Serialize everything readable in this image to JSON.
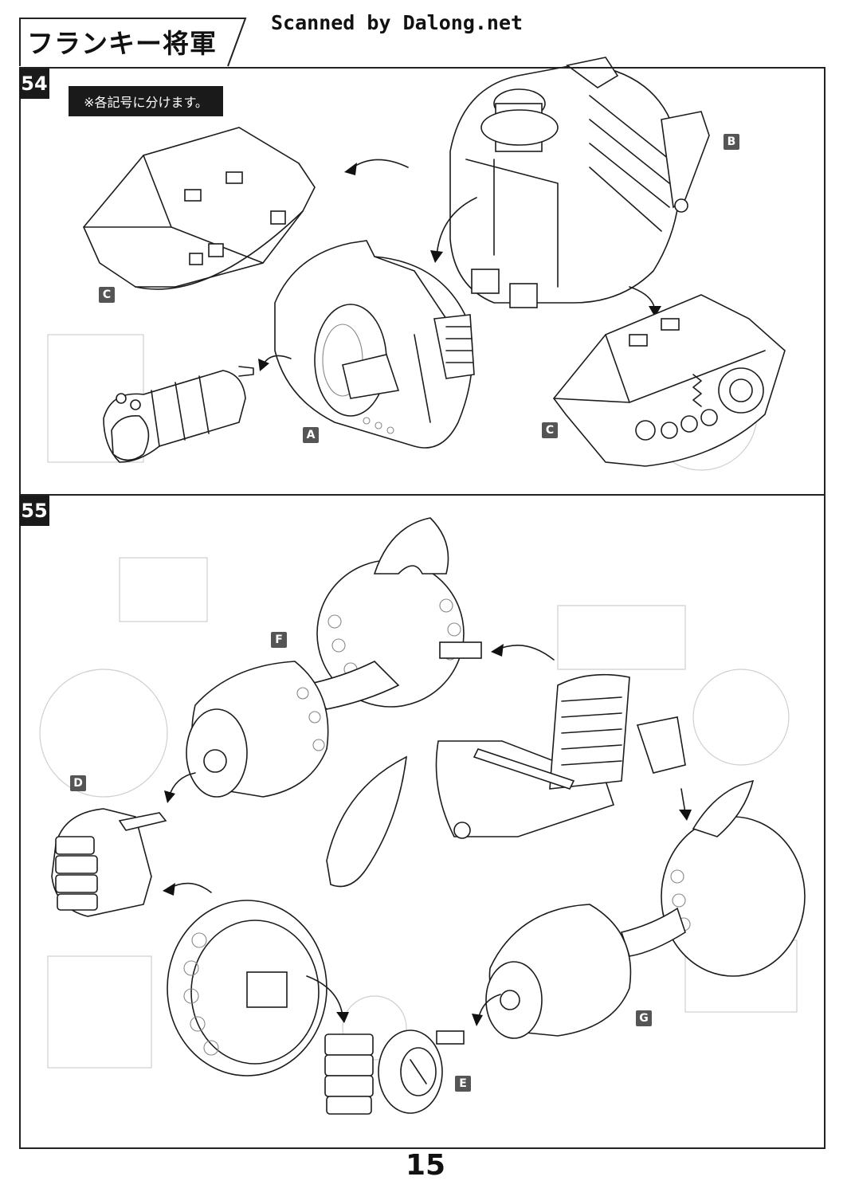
{
  "header": {
    "title": "フランキー将軍",
    "scan_credit": "Scanned by Dalong.net"
  },
  "steps": [
    {
      "number": "54",
      "note": "※各記号に分けます。"
    },
    {
      "number": "55"
    }
  ],
  "part_labels": {
    "step54": [
      "B",
      "C",
      "A",
      "C"
    ],
    "step55": [
      "F",
      "D",
      "G",
      "E"
    ]
  },
  "page_number": "15"
}
